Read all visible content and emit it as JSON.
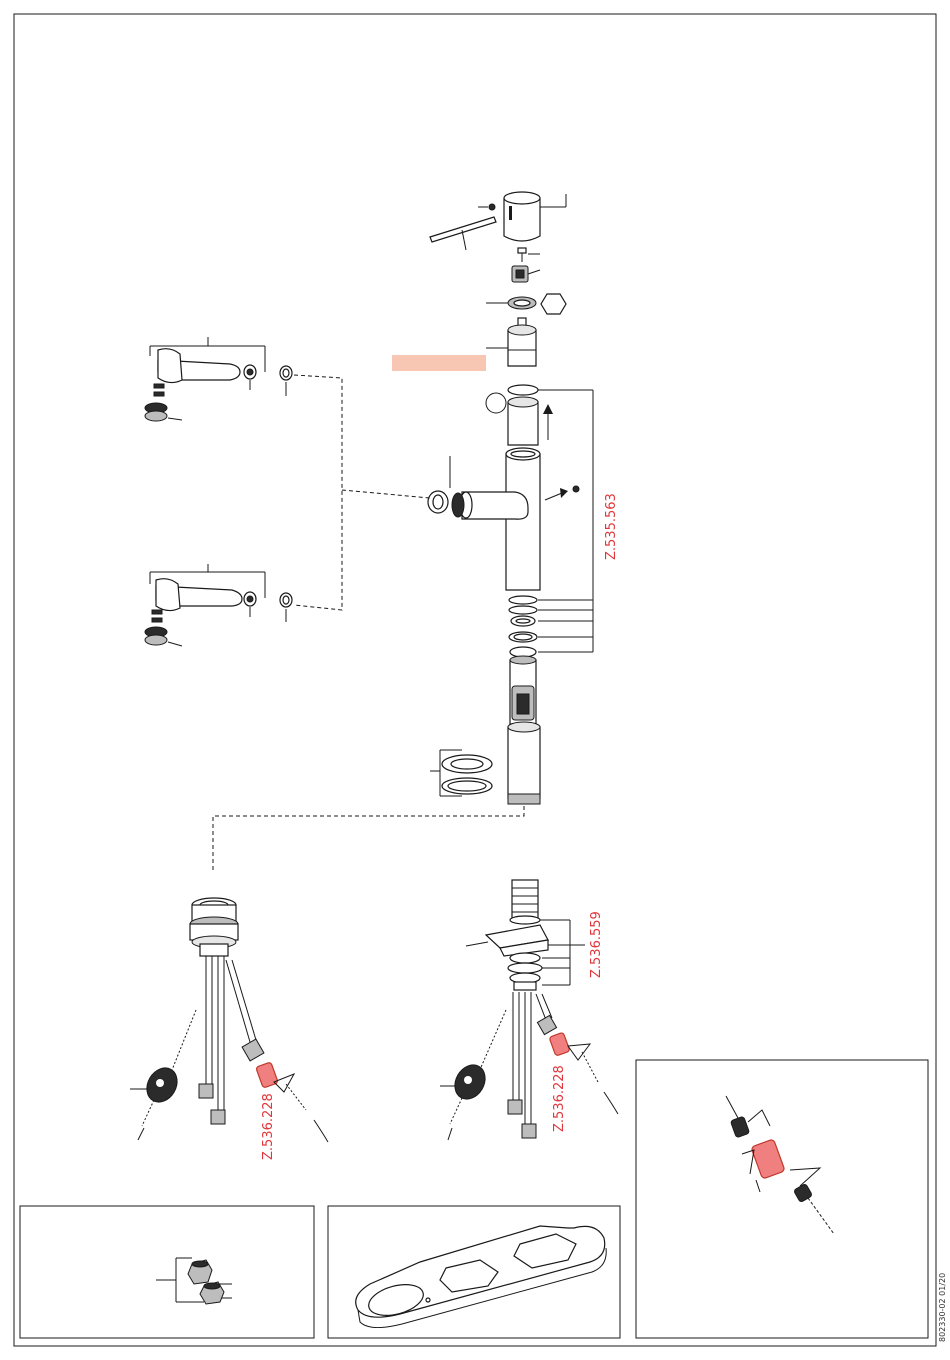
{
  "part_numbers": {
    "cartridge_set": "Z.535.563",
    "mounting_set": "Z.536.559",
    "adapter_left": "Z.536.228",
    "adapter_right": "Z.536.228"
  },
  "footer": {
    "doc_code": "802330-02 01/20"
  },
  "colors": {
    "accent_red": "#e0353a",
    "highlight_salmon": "#f8c7b4",
    "line": "#1a1a1a"
  }
}
